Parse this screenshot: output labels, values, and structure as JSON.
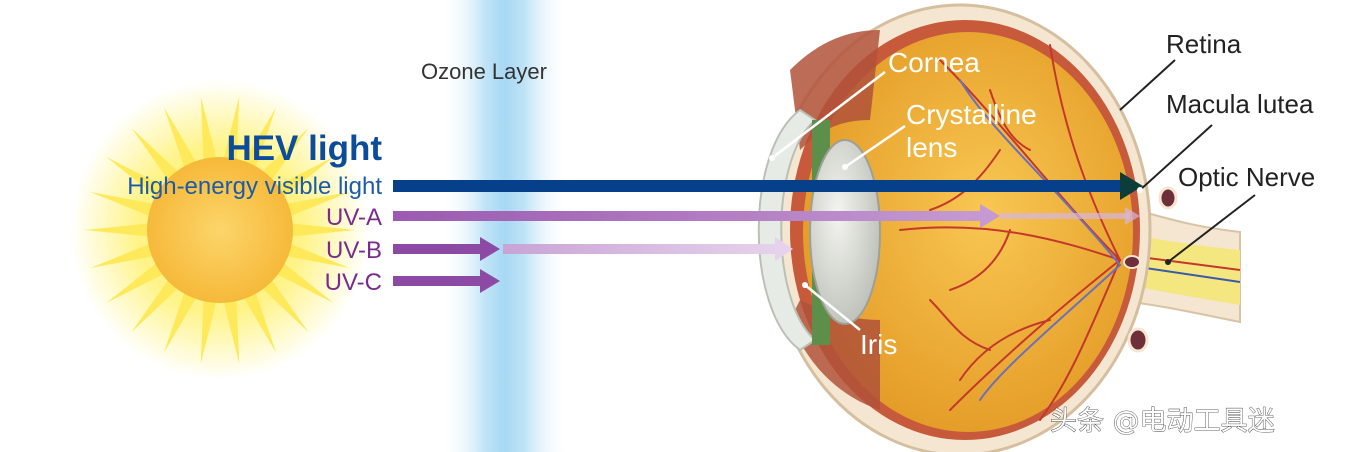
{
  "labels": {
    "ozone": "Ozone Layer",
    "hev_title": "HEV light",
    "hev_subtitle": "High-energy visible light",
    "uva": "UV-A",
    "uvb": "UV-B",
    "uvc": "UV-C",
    "cornea": "Cornea",
    "lens_line1": "Crystalline",
    "lens_line2": "lens",
    "retina": "Retina",
    "macula": "Macula lutea",
    "optic_nerve": "Optic Nerve",
    "iris": "Iris"
  },
  "watermark": "头条 @电动工具迷",
  "colors": {
    "hev_title": "#0d4c9c",
    "hev_subtitle": "#1c5ba8",
    "hev_arrow": "#063f8a",
    "uv_text": "#7a2c8c",
    "uv_arrow": "#8d4aa5",
    "uv_arrow_faded": "#c9a3d6",
    "ozone": "#bfe3f7",
    "sun_core": "#fbc94c",
    "sun_rays": "#fdec5c",
    "eye_interior": "#f3b83b",
    "sclera": "#f4e6d0",
    "vessels": "#c4382b",
    "muscle": "#b0523a",
    "nerve": "#f5e77f"
  },
  "icons": {
    "sun": "sun-icon",
    "eye": "eye-cross-section-icon"
  }
}
